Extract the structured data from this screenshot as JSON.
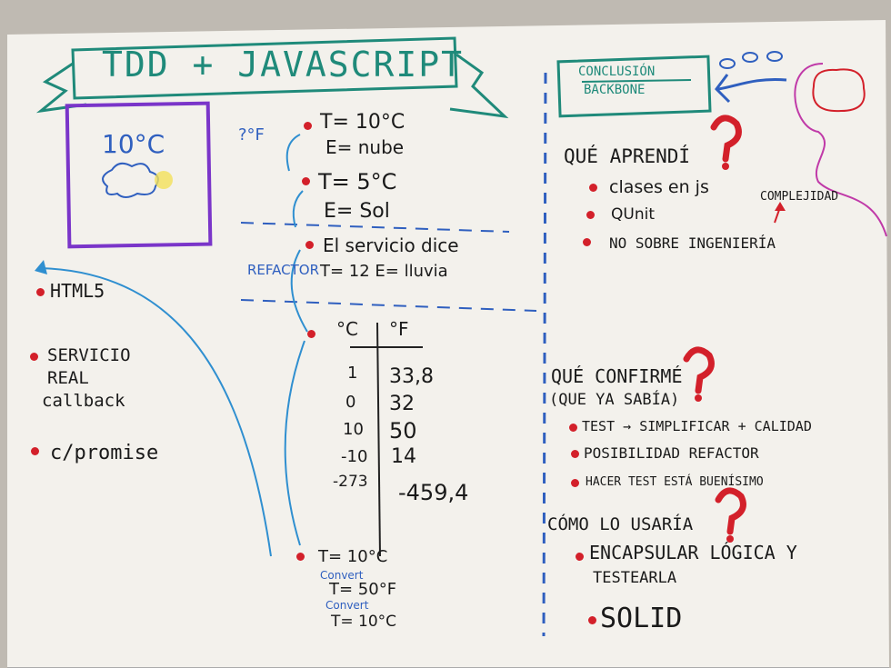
{
  "banner": {
    "title": "TDD + JAVASCRIPT"
  },
  "weather_box": {
    "temp": "10°C"
  },
  "left": {
    "html5": "HTML5",
    "servicio": [
      "SERVICIO",
      "REAL",
      "callback"
    ],
    "promise": "c/promise"
  },
  "middle": {
    "unit_f": "?°F",
    "step1": {
      "t": "T= 10°C",
      "e": "E= nube"
    },
    "step2": {
      "t": "T= 5°C",
      "e": "E= Sol"
    },
    "servicio": "El servicio dice",
    "refactor": "REFACTOR",
    "servicio_vals": "T= 12   E= lluvia",
    "table": {
      "headers": [
        "°C",
        "°F"
      ],
      "rows": [
        [
          "1",
          "33,8"
        ],
        [
          "0",
          "32"
        ],
        [
          "10",
          "50"
        ],
        [
          "-10",
          "14"
        ],
        [
          "-273",
          "-459,4"
        ]
      ]
    },
    "final": {
      "t1": "T= 10°C",
      "convert1": "Convert",
      "t2": "T= 50°F",
      "convert2": "Convert",
      "t3": "T= 10°C"
    }
  },
  "right": {
    "conclusion": "CONCLUSIÓN",
    "backbone": "BACKBONE",
    "aprendi": {
      "title": "QUÉ APRENDÍ",
      "items": [
        "clases en js",
        "QUnit",
        "NO SOBRE INGENIERÍA"
      ]
    },
    "complejidad": "COMPLEJIDAD",
    "confirme": {
      "title": "QUÉ CONFIRMÉ",
      "subtitle": "(QUE YA SABÍA)",
      "items": [
        "TEST → SIMPLIFICAR + CALIDAD",
        "POSIBILIDAD REFACTOR",
        "HACER TEST ESTÁ BUENÍSIMO"
      ]
    },
    "usaria": {
      "title": "CÓMO LO USARÍA",
      "items": [
        "ENCAPSULAR LÓGICA Y",
        "TESTEARLA",
        "SOLID"
      ]
    }
  },
  "colors": {
    "marker_red": "#d3202a",
    "marker_teal": "#1f8a7a",
    "marker_blue": "#2f5fbf",
    "marker_purple": "#7a35c9",
    "marker_magenta": "#c03aa8",
    "paper": "#f3f1ec"
  }
}
